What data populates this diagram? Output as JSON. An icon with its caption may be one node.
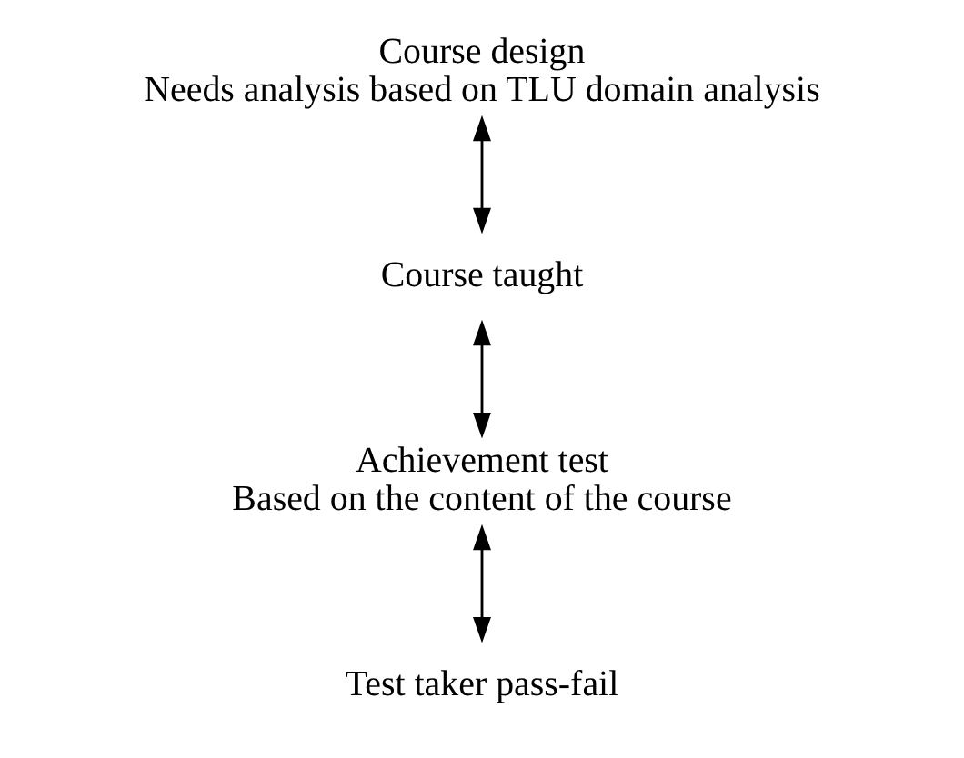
{
  "diagram": {
    "nodes": [
      {
        "text": [
          "Course design",
          "Needs analysis based on TLU domain analysis"
        ]
      },
      {
        "text": [
          "Course taught"
        ]
      },
      {
        "text": [
          "Achievement test",
          "Based on the content of the course"
        ]
      },
      {
        "text": [
          "Test taker pass-fail"
        ]
      }
    ],
    "edges": [
      {
        "from": 0,
        "to": 1,
        "arrow": "both"
      },
      {
        "from": 1,
        "to": 2,
        "arrow": "both"
      },
      {
        "from": 2,
        "to": 3,
        "arrow": "both"
      }
    ]
  }
}
